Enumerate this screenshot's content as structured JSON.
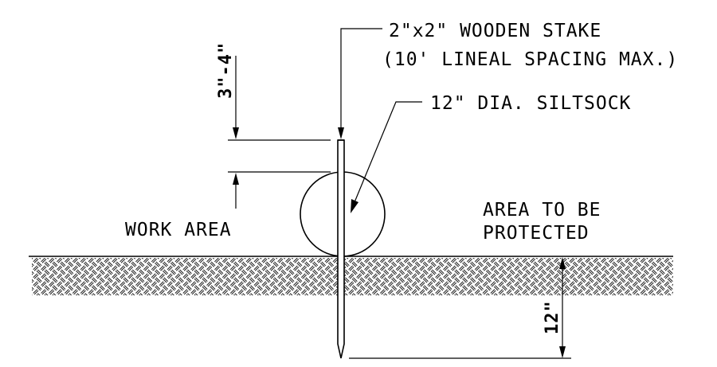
{
  "labels": {
    "stake": "2\"x2\" WOODEN STAKE",
    "spacing": "(10' LINEAL SPACING MAX.)",
    "siltsock": "12\" DIA. SILTSOCK",
    "work_area": "WORK AREA",
    "protected_line1": "AREA TO BE",
    "protected_line2": "PROTECTED"
  },
  "dimensions": {
    "stake_above_sock": "3\"-4\"",
    "stake_depth": "12\""
  }
}
